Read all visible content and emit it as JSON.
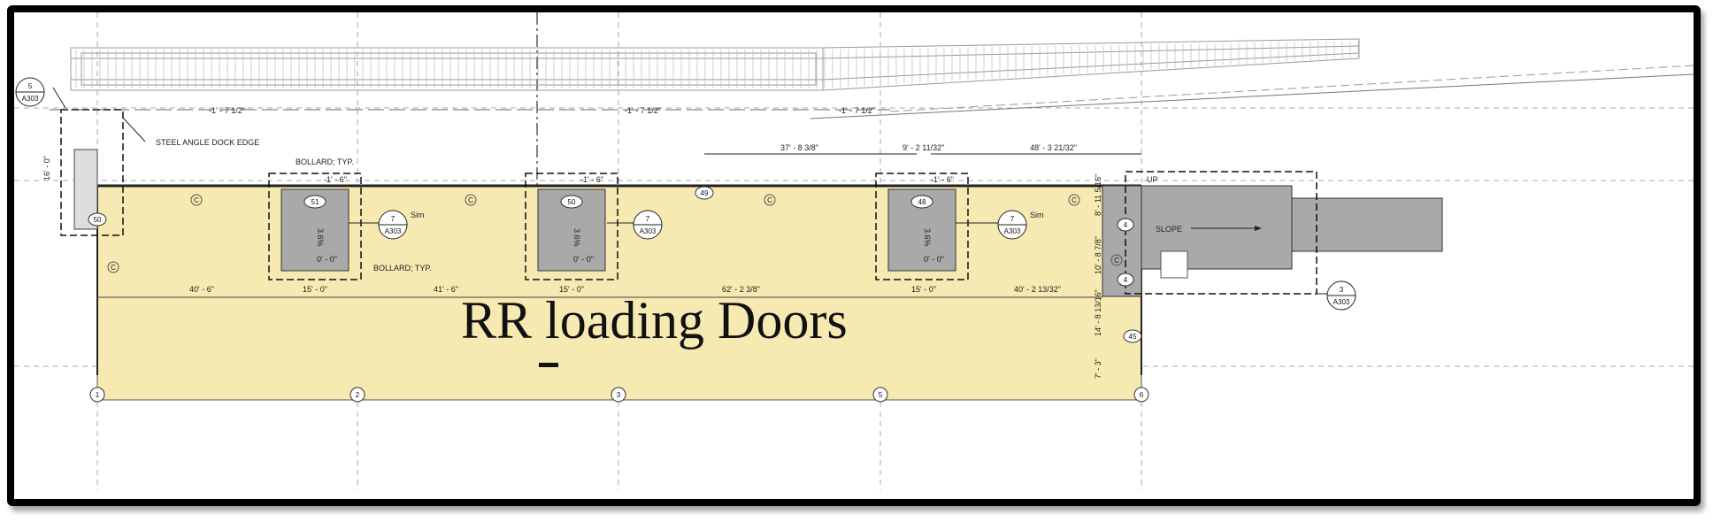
{
  "drawing": {
    "title": "RR loading Doors",
    "grid_labels": [
      "1",
      "2",
      "3",
      "5",
      "6"
    ],
    "section_tags": [
      {
        "num": "5",
        "sheet": "A303"
      },
      {
        "num": "7",
        "sheet": "A303"
      },
      {
        "num": "7",
        "sheet": "A303"
      },
      {
        "num": "7",
        "sheet": "A303"
      },
      {
        "num": "3",
        "sheet": "A303"
      }
    ],
    "sim_labels": [
      "Sim",
      "Sim"
    ],
    "door_tags": [
      "51",
      "50",
      "48",
      "49",
      "50",
      "45",
      "4",
      "4"
    ],
    "notes": {
      "dock_edge": "STEEL ANGLE DOCK EDGE",
      "bollard_top": "BOLLARD; TYP.",
      "bollard_bottom": "BOLLARD; TYP.",
      "slope": "SLOPE",
      "up": "UP"
    },
    "elevations": [
      "-1' - 7 1/2\"",
      "-1' - 7 1/2\"",
      "-1' - 7 1/2\""
    ],
    "pit_top_dims": [
      "-1' - 6\"",
      "-1' - 6\"",
      "-1' - 6\""
    ],
    "pit_bottom_dims": [
      "0' - 0\"",
      "0' - 0\"",
      "0' - 0\""
    ],
    "pit_vertical_dims": [
      "3.6%",
      "3.6%",
      "3.6%"
    ],
    "top_dims": [
      "37' - 8 3/8\"",
      "9' - 2 11/32\"",
      "48' - 3 21/32\""
    ],
    "bottom_dims": [
      "40' - 6\"",
      "15' - 0\"",
      "41' - 6\"",
      "15' - 0\"",
      "62' - 2 3/8\"",
      "15' - 0\"",
      "40' - 2 13/32\""
    ],
    "left_dim": "16' - 0\"",
    "right_dims": [
      "8' - 11 5/16\"",
      "10' - 8 7/8\"",
      "14' - 8 13/16\"",
      "7' - 3\""
    ],
    "column_marks": [
      "C",
      "C",
      "C",
      "C",
      "C",
      "C"
    ]
  }
}
